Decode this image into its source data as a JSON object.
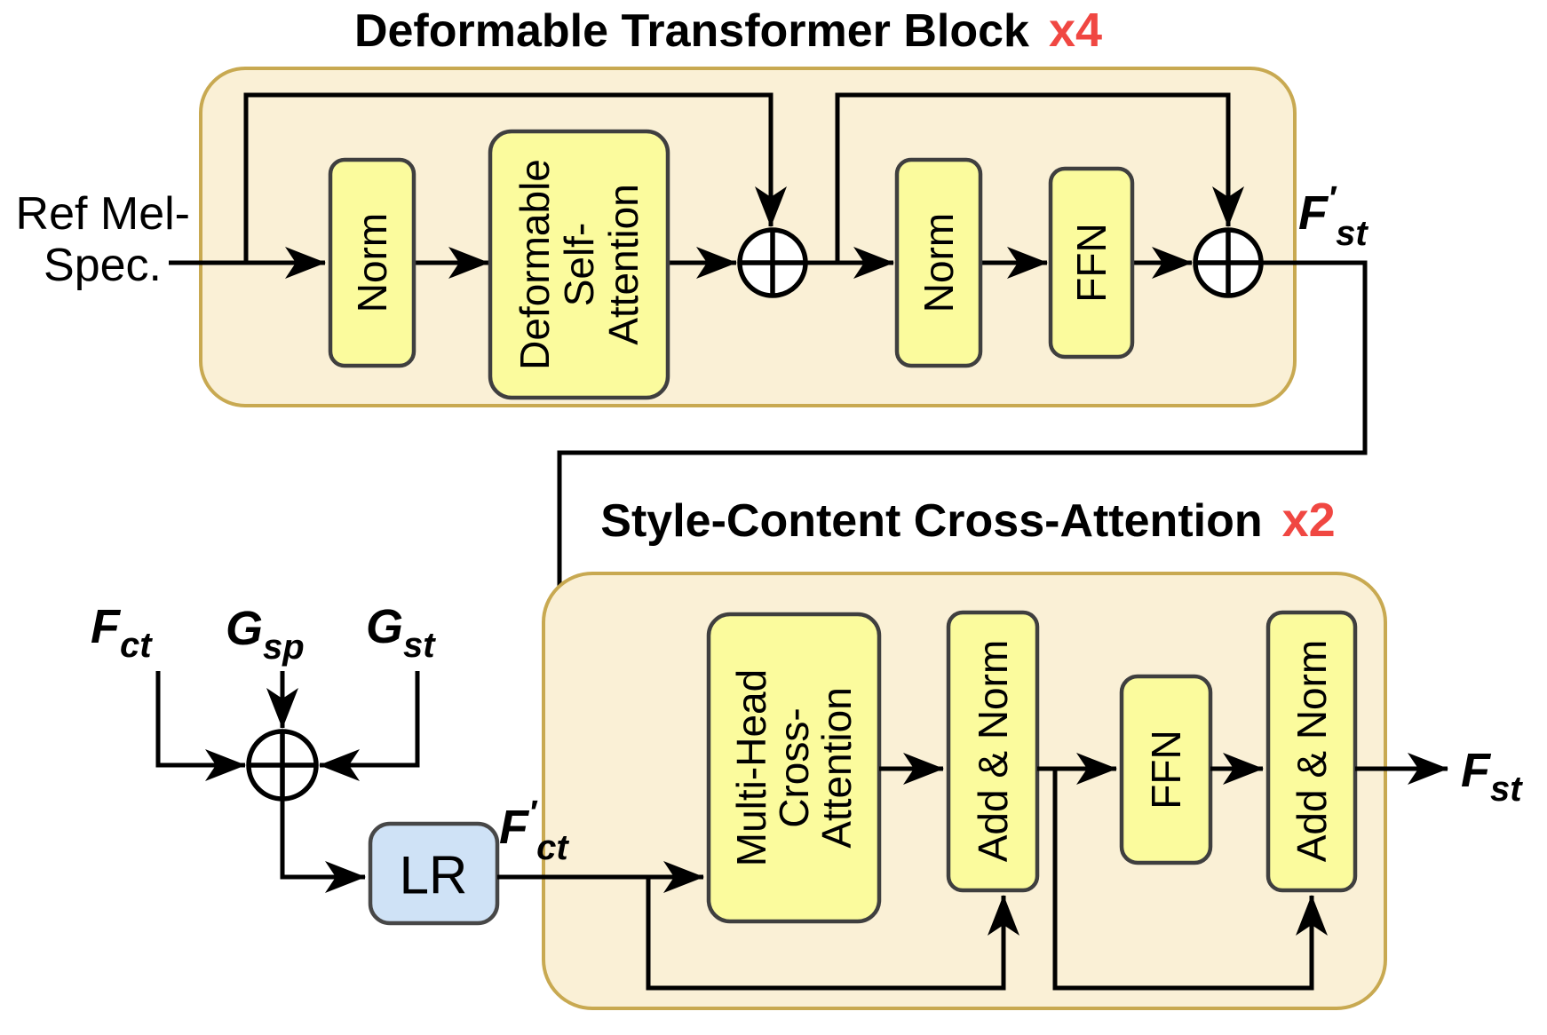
{
  "colors": {
    "container_fill": "#FAF0D6",
    "container_stroke": "#C8A951",
    "box_fill": "#FBFB9D",
    "box_stroke": "#3F3F3F",
    "lr_fill": "#CFE2F6",
    "lr_stroke": "#474747",
    "accent_red": "#F04742",
    "wire": "#000000"
  },
  "top_block": {
    "title": "Deformable Transformer Block",
    "multiplier": "x4",
    "input_label": {
      "line1": "Ref Mel-",
      "line2": "Spec."
    },
    "boxes": {
      "norm1": "Norm",
      "self_attention": [
        "Deformable",
        "Self-",
        "Attention"
      ],
      "norm2": "Norm",
      "ffn": "FFN"
    },
    "output_label": {
      "base": "F",
      "prime": "′",
      "sub": "st"
    }
  },
  "bottom_block": {
    "title": "Style-Content Cross-Attention",
    "multiplier": "x2",
    "boxes": {
      "cross_attention": [
        "Multi-Head",
        "Cross-",
        "Attention"
      ],
      "add_norm1": "Add & Norm",
      "ffn": "FFN",
      "add_norm2": "Add & Norm"
    },
    "output_label": {
      "base": "F",
      "sub": "st"
    }
  },
  "inputs": {
    "f_ct": {
      "base": "F",
      "sub": "ct"
    },
    "g_sp": {
      "base": "G",
      "sub": "sp"
    },
    "g_st": {
      "base": "G",
      "sub": "st"
    },
    "lr_label": "LR",
    "f_ct_prime": {
      "base": "F",
      "prime": "′",
      "sub": "ct"
    }
  }
}
